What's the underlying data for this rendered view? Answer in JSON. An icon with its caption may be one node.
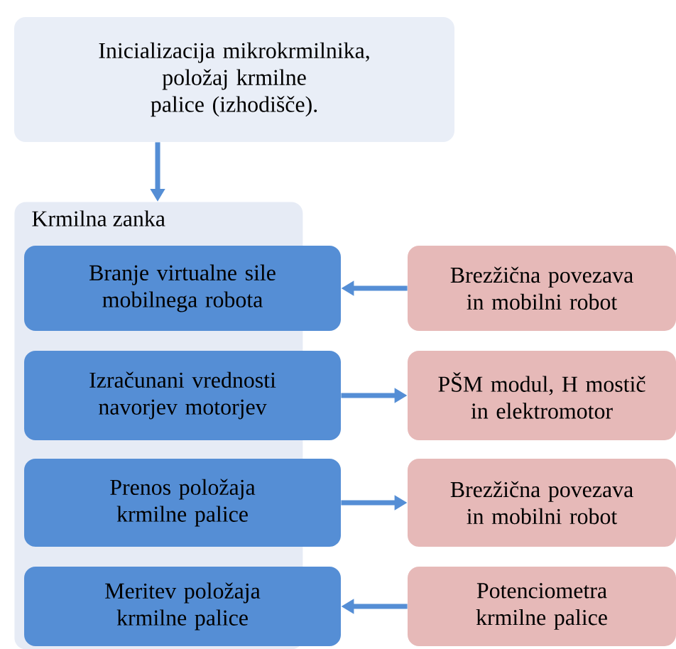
{
  "diagram": {
    "nodes": [
      {
        "text": [
          "Inicializacija mikrokrmilnika, položaj krmilne palice (izhodišče)."
        ]
      },
      {
        "text": [
          "Krmilna zanka"
        ]
      },
      {
        "text": [
          "Branje virtualne sile mobilnega robota"
        ],
        "in": 1
      },
      {
        "text": [
          "Izračunani vrednosti navorjev motorjev"
        ],
        "in": 1
      },
      {
        "text": [
          "Prenos položaja krmilne palice"
        ],
        "in": 1
      },
      {
        "text": [
          "Meritev položaja krmilne palice"
        ],
        "in": 1
      },
      {
        "text": [
          "Brezžična povezava in mobilni robot"
        ]
      },
      {
        "text": [
          "PŠM modul, H mostič in elektromotor"
        ]
      },
      {
        "text": [
          "Brezžična povezava in mobilni robot"
        ]
      },
      {
        "text": [
          "Potenciometra krmilne palice"
        ]
      }
    ],
    "edges": [
      {
        "from": 0,
        "to": 1,
        "arrow": "to"
      },
      {
        "from": 6,
        "to": 2,
        "arrow": "to"
      },
      {
        "from": 3,
        "to": 7,
        "arrow": "to"
      },
      {
        "from": 4,
        "to": 8,
        "arrow": "to"
      },
      {
        "from": 9,
        "to": 5,
        "arrow": "to"
      }
    ]
  }
}
